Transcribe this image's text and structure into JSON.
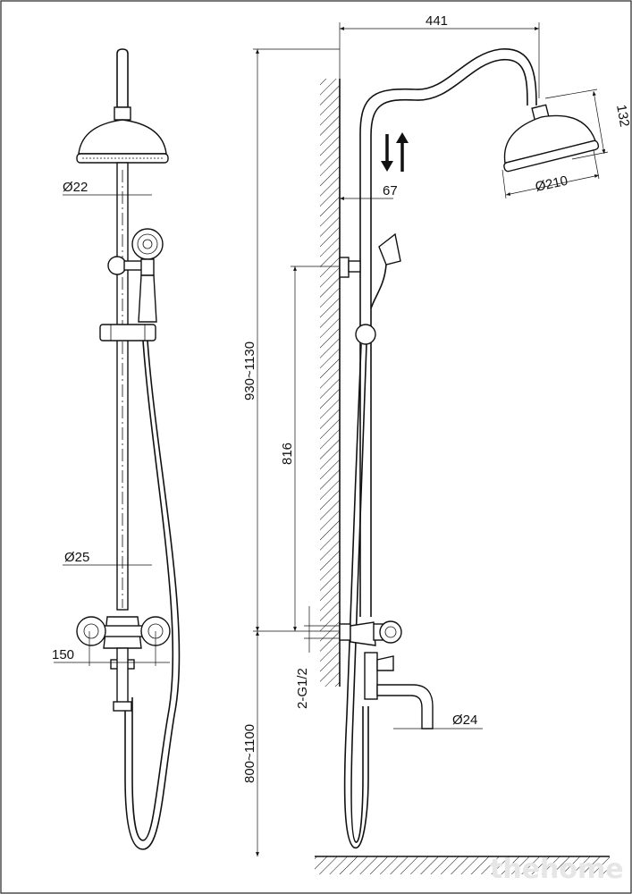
{
  "labels": {
    "top_width": "441",
    "head_height": "132",
    "head_diameter": "Ø210",
    "wall_offset": "67",
    "rail_diameter": "Ø22",
    "pipe_diameter": "Ø25",
    "mixer_width": "150",
    "total_height": "930~1130",
    "holder_height": "816",
    "mount_height": "800~1100",
    "inlet_thread": "2-G1/2",
    "spout_diameter": "Ø24"
  },
  "watermark": "thehome",
  "colors": {
    "line": "#111111",
    "watermark": "#e6e6e6",
    "background": "#ffffff"
  }
}
